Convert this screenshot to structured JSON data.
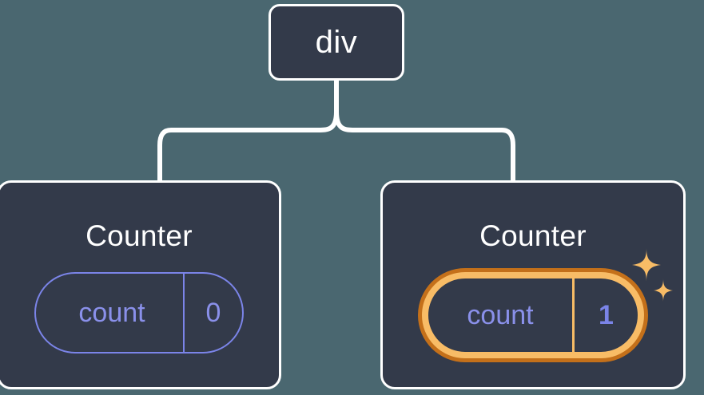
{
  "diagram": {
    "type": "component-tree",
    "background_color": "#4a6770",
    "node_fill_color": "#333a4a",
    "node_border_color": "#ffffff",
    "edge_color": "#ffffff",
    "accent_state_color": "#7b84e8",
    "highlight_color": "#f8bc66",
    "highlight_outer_color": "#c4701a"
  },
  "root": {
    "label": "div"
  },
  "children": [
    {
      "title": "Counter",
      "state": {
        "key": "count",
        "value": "0"
      },
      "highlighted": false
    },
    {
      "title": "Counter",
      "state": {
        "key": "count",
        "value": "1"
      },
      "highlighted": true,
      "sparkle_count": 2
    }
  ]
}
